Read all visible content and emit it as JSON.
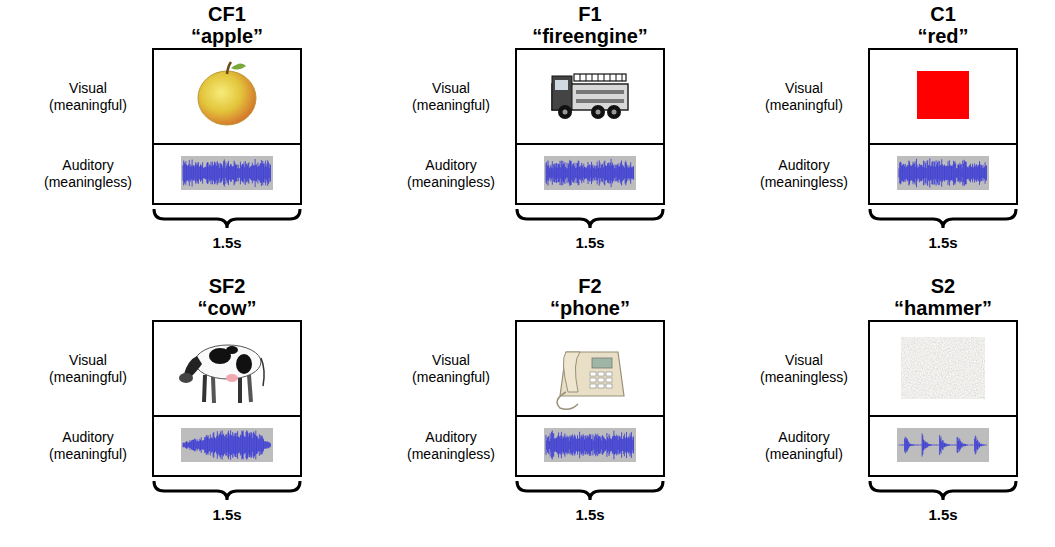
{
  "diagram": {
    "nodes": [
      {
        "text": [
          "CF1",
          "“apple”"
        ]
      },
      {
        "text": [
          "Visual (meaningful)"
        ],
        "in": 0
      },
      {
        "text": [
          "Auditory (meaningless)"
        ],
        "in": 0
      },
      {
        "text": [
          "F1",
          "“fireengine”"
        ]
      },
      {
        "text": [
          "Visual (meaningful)"
        ],
        "in": 3
      },
      {
        "text": [
          "Auditory (meaningless)"
        ],
        "in": 3
      },
      {
        "text": [
          "C1",
          "“red”"
        ]
      },
      {
        "text": [
          "Visual (meaningful)"
        ],
        "in": 6
      },
      {
        "text": [
          "Auditory (meaningless)"
        ],
        "in": 6
      },
      {
        "text": [
          "SF2",
          "“cow”"
        ]
      },
      {
        "text": [
          "Visual (meaningful)"
        ],
        "in": 9
      },
      {
        "text": [
          "Auditory (meaningful)"
        ],
        "in": 9
      },
      {
        "text": [
          "F2",
          "“phone”"
        ]
      },
      {
        "text": [
          "Visual (meaningful)"
        ],
        "in": 12
      },
      {
        "text": [
          "Auditory (meaningless)"
        ],
        "in": 12
      },
      {
        "text": [
          "S2",
          "“hammer”"
        ]
      },
      {
        "text": [
          "Visual (meaningless)"
        ],
        "in": 15
      },
      {
        "text": [
          "Auditory (meaningful)"
        ],
        "in": 15
      }
    ],
    "labels": [
      "1.5s",
      "1.5s",
      "1.5s",
      "1.5s",
      "1.5s",
      "1.5s"
    ]
  }
}
